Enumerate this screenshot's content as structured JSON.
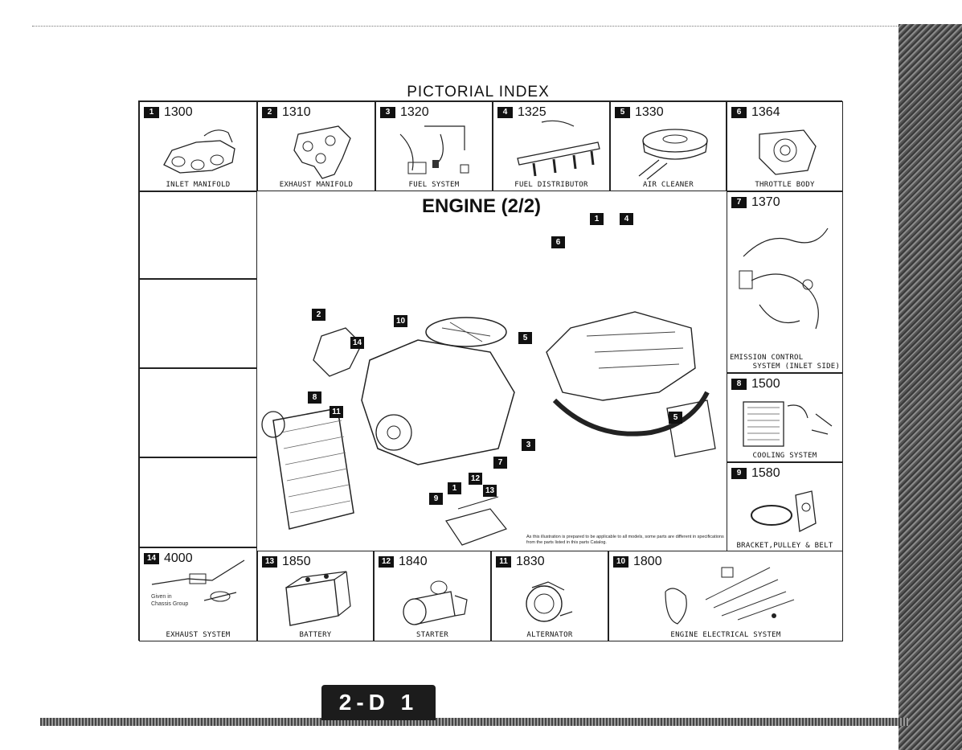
{
  "page_title": "PICTORIAL INDEX",
  "center_title": "ENGINE (2/2)",
  "page_number": "2-D 1",
  "note_text": "As this illustration is prepared to be applicable to all models, some parts are different in specifications from the parts listed in this parts Catalog.",
  "chassis_note": "Given in\nChassis Group",
  "top_cells": [
    {
      "badge": "1",
      "code": "1300",
      "caption": "INLET MANIFOLD"
    },
    {
      "badge": "2",
      "code": "1310",
      "caption": "EXHAUST MANIFOLD"
    },
    {
      "badge": "3",
      "code": "1320",
      "caption": "FUEL SYSTEM"
    },
    {
      "badge": "4",
      "code": "1325",
      "caption": "FUEL DISTRIBUTOR"
    },
    {
      "badge": "5",
      "code": "1330",
      "caption": "AIR CLEANER"
    },
    {
      "badge": "6",
      "code": "1364",
      "caption": "THROTTLE BODY"
    }
  ],
  "right_cells": [
    {
      "badge": "7",
      "code": "1370",
      "caption": "EMISSION CONTROL\n     SYSTEM (INLET SIDE)"
    },
    {
      "badge": "8",
      "code": "1500",
      "caption": "COOLING SYSTEM"
    },
    {
      "badge": "9",
      "code": "1580",
      "caption": "BRACKET,PULLEY & BELT"
    }
  ],
  "bottom_cells": [
    {
      "badge": "14",
      "code": "4000",
      "caption": "EXHAUST SYSTEM"
    },
    {
      "badge": "13",
      "code": "1850",
      "caption": "BATTERY"
    },
    {
      "badge": "12",
      "code": "1840",
      "caption": "STARTER"
    },
    {
      "badge": "11",
      "code": "1830",
      "caption": "ALTERNATOR"
    },
    {
      "badge": "10",
      "code": "1800",
      "caption": "ENGINE ELECTRICAL SYSTEM"
    }
  ],
  "callouts": [
    "1",
    "4",
    "6",
    "2",
    "10",
    "14",
    "5",
    "8",
    "11",
    "5",
    "3",
    "7",
    "12",
    "13",
    "9",
    "1"
  ]
}
